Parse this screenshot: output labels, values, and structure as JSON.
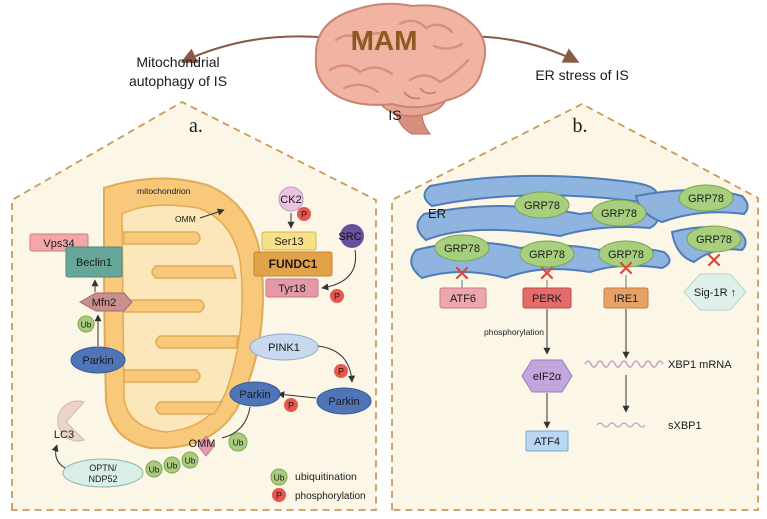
{
  "header": {
    "brain_label": "MAM",
    "left_title_line1": "Mitochondrial",
    "left_title_line2": "autophagy of IS",
    "right_title": "ER stress of IS",
    "center_label": "IS"
  },
  "panel_a": {
    "letter": "a.",
    "mito_label": "mitochondrion",
    "omm_top": "OMM",
    "omm_bottom": "OMM",
    "ck2": "CK2",
    "ser13": "Ser13",
    "fundc1": "FUNDC1",
    "tyr18": "Tyr18",
    "src": "SRC",
    "vps34": "Vps34",
    "beclin1": "Beclin1",
    "mfn2": "Mfn2",
    "parkin": "Parkin",
    "pink1": "PINK1",
    "lc3": "LC3",
    "optn_line1": "OPTN/",
    "optn_line2": "NDP52",
    "ub": "Ub",
    "p": "P"
  },
  "legend": {
    "ub_symbol": "Ub",
    "ub_text": "ubiquitination",
    "p_symbol": "P",
    "p_text": "phosphorylation"
  },
  "panel_b": {
    "letter": "b.",
    "er_label": "ER",
    "grp78": "GRP78",
    "atf6": "ATF6",
    "perk": "PERK",
    "ire1": "IRE1",
    "sig1r": "Sig-1R ↑",
    "phosphorylation": "phosphorylation",
    "eif2a": "eIF2α",
    "atf4": "ATF4",
    "xbp1_mrna": "XBP1 mRNA",
    "sxbp1": "sXBP1"
  },
  "colors": {
    "panel_border": "#c99a5a",
    "panel_fill": "#fbf6e6",
    "mito_fill": "#f8c97a",
    "ub_fill": "#a9cc7e",
    "p_fill": "#e8574f",
    "parkin_fill": "#4f74b8",
    "er_fill": "#8fb4e0",
    "grp78_fill": "#a8cf7e",
    "perk_fill": "#e56a6a",
    "ire1_fill": "#e7a167",
    "atf6_fill": "#eda5ae",
    "inhibit": "#e0463a"
  }
}
